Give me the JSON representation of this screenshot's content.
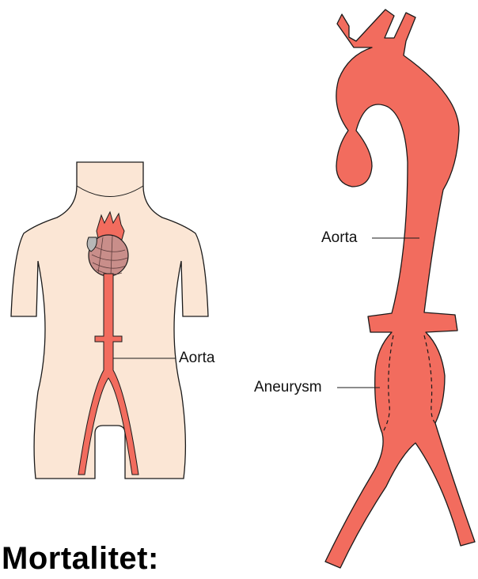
{
  "labels": {
    "torso_aorta": "Aorta",
    "aneurysm_aorta": "Aorta",
    "aneurysm": "Aneurysm"
  },
  "heading": "Mortalitet:",
  "colors": {
    "skin": "#fbe6d5",
    "artery": "#f26c5e",
    "outline": "#1a1a1a",
    "heart": "#c98e8a"
  }
}
